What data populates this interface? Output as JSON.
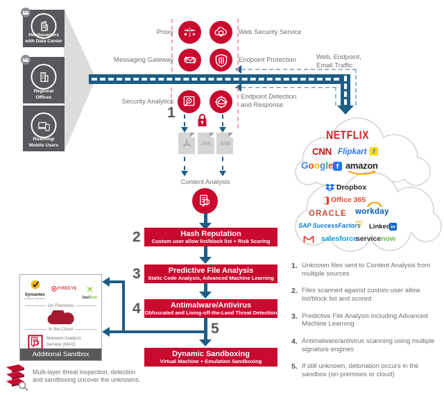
{
  "colors": {
    "accent_red": "#c9092e",
    "dark_red": "#a6192e",
    "arrow_blue": "#1c5d86",
    "light_dash_blue": "#8fb7d1",
    "pink_dash": "#f2a3ae",
    "box_gray": "#57585b",
    "text_gray": "#6d6f72"
  },
  "sources": {
    "hq": "Headquarters\nwith Data Center",
    "regional": "Regional\nOffices",
    "roaming": "Roaming/\nMobile Users"
  },
  "gateways": {
    "proxy": "Proxy",
    "wss": "Web Security Service",
    "messaging": "Messaging Gateway",
    "endpoint_protection": "Endpoint Protection",
    "security_analytics": "Security Analytics",
    "edr": "Endpoint Detection\nand Response"
  },
  "traffic_label": "Web, Endpoint,\nEmail Traffic",
  "steps": {
    "s1": "1",
    "s2": "2",
    "s3": "3",
    "s4": "4",
    "s5": "5"
  },
  "files": {
    "jar": "JAR",
    "exe": ".EXE"
  },
  "content_analysis": "Content Analysis",
  "pipeline": [
    {
      "title": "Hash Reputation",
      "subtitle": "Custom user allow list/block list + Risk Scoring"
    },
    {
      "title": "Predictive File Analysis",
      "subtitle": "Static Code Analysis, Advanced Machine Learning"
    },
    {
      "title": "Antimalware/Antivirus",
      "subtitle": "Obfuscated and Living-off-the-Land Threat Detection"
    },
    {
      "title": "Dynamic Sandboxing",
      "subtitle": "Virtual Machine + Emulation Sandboxing"
    }
  ],
  "cloud_logos": {
    "netflix": "NETFLIX",
    "cnn": "CNN",
    "flipkart": "Flipkart",
    "flipkart_f": "f",
    "google_letters": [
      {
        "t": "G",
        "c": "#4285F4"
      },
      {
        "t": "o",
        "c": "#EA4335"
      },
      {
        "t": "o",
        "c": "#FBBC05"
      },
      {
        "t": "g",
        "c": "#4285F4"
      },
      {
        "t": "l",
        "c": "#34A853"
      },
      {
        "t": "e",
        "c": "#EA4335"
      }
    ],
    "facebook_f": "f",
    "amazon": "amazon",
    "dropbox": "Dropbox",
    "office365": "Office 365",
    "oracle": "ORACLE",
    "workday": "workday",
    "sap": "SAP SuccessFactors",
    "heart": "♡",
    "linkedin_part1": "Linked",
    "linkedin_part2": "in",
    "salesforce": "salesforce",
    "servicenow_part1": "service",
    "servicenow_part2": "now"
  },
  "sandbox": {
    "symantec": "Symantec",
    "symantec_sub": "A Division of Broadcom",
    "fireeye": "FIREEYE",
    "lastline_part1": "last",
    "lastline_part2": "line",
    "on_premises": "On Premises",
    "in_the_cloud": "In the Cloud",
    "mas": "Malware Analysis\nService (MAS)",
    "footer": "Additional Sandbox"
  },
  "legend": [
    {
      "num": "1.",
      "text": "Unknown files sent to Content Analysis from multiple sources"
    },
    {
      "num": "2.",
      "text": "Files scanned against custom user allow list/block list and scored"
    },
    {
      "num": "3.",
      "text": "Predictive File Analysis including Advanced Machine Learning"
    },
    {
      "num": "4.",
      "text": "Antimalware/antivirus scanning using multiple signature engines"
    },
    {
      "num": "5.",
      "text": "If still unknown, detonation occurs in the sandbox (on-premises or cloud)"
    }
  ],
  "caption": "Multi-layer threat inspection, detection\nand sandboxing uncover the unknowns."
}
